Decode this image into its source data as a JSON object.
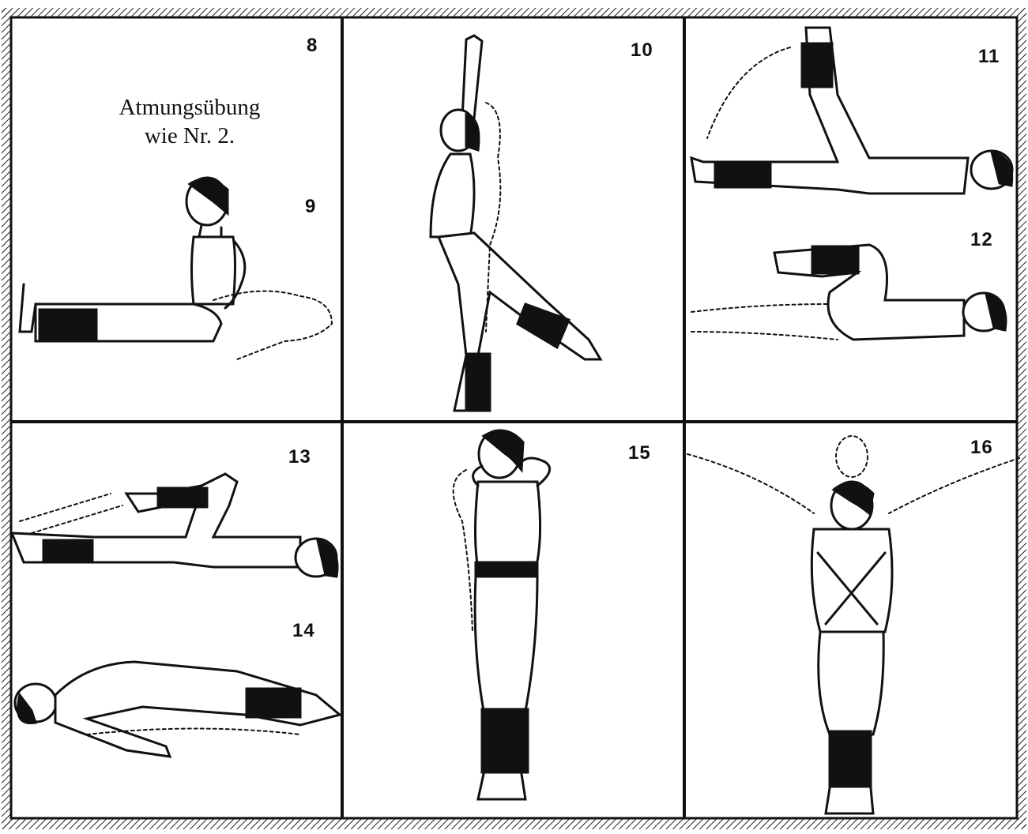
{
  "panels": {
    "p8": {
      "number": "8"
    },
    "p9": {
      "number": "9"
    },
    "p10": {
      "number": "10"
    },
    "p11": {
      "number": "11"
    },
    "p12": {
      "number": "12"
    },
    "p13": {
      "number": "13"
    },
    "p14": {
      "number": "14"
    },
    "p15": {
      "number": "15"
    },
    "p16": {
      "number": "16"
    }
  },
  "caption": {
    "line1": "Atmungsübung",
    "line2": "wie Nr. 2."
  },
  "figures": {
    "p9": "figure-sitting-upright",
    "p10": "figure-standing-arms-up-leg-back",
    "p11": "figure-lying-leg-raised",
    "p12": "figure-lying-knees-bent",
    "p13": "figure-lying-knee-raised",
    "p14": "figure-back-arch",
    "p15": "figure-standing-hands-behind-head",
    "p16": "figure-standing-arms-crossed"
  }
}
